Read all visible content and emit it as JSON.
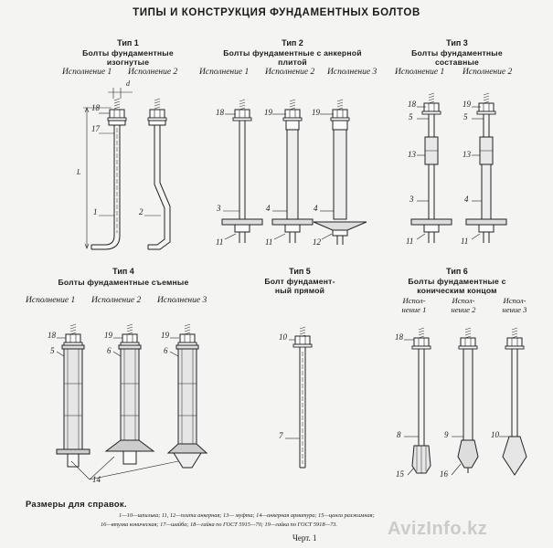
{
  "title": "ТИПЫ И КОНСТРУКЦИЯ ФУНДАМЕНТНЫХ БОЛТОВ",
  "types": [
    {
      "label": "Тип 1",
      "name_lines": [
        "Болты фундаментные",
        "изогнутые"
      ],
      "variants": [
        "Исполнение 1",
        "Исполнение 2"
      ]
    },
    {
      "label": "Тип 2",
      "name_lines": [
        "Болты фундаментные с анкерной",
        "плитой"
      ],
      "variants": [
        "Исполнение 1",
        "Исполнение 2",
        "Исполнение 3"
      ]
    },
    {
      "label": "Тип 3",
      "name_lines": [
        "Болты фундаментные",
        "составные"
      ],
      "variants": [
        "Исполнение 1",
        "Исполнение 2"
      ]
    },
    {
      "label": "Тип 4",
      "name_lines": [
        "Болты фундаментные съемные"
      ],
      "variants": [
        "Исполнение 1",
        "Исполнение 2",
        "Исполнение 3"
      ]
    },
    {
      "label": "Тип 5",
      "name_lines": [
        "Болт фундамент-",
        "ный прямой"
      ],
      "variants": []
    },
    {
      "label": "Тип 6",
      "name_lines": [
        "Болты фундаментные с",
        "коническим концом"
      ],
      "variants": [
        [
          "Испол-",
          "нение 1"
        ],
        [
          "Испол-",
          "нение 2"
        ],
        [
          "Испол-",
          "нение 3"
        ]
      ]
    }
  ],
  "dimension_labels": {
    "d": "d",
    "L": "L"
  },
  "callouts": {
    "t1": [
      "18",
      "17",
      "1",
      "2"
    ],
    "t2": [
      "18",
      "19",
      "19",
      "3",
      "4",
      "4",
      "11",
      "11",
      "12"
    ],
    "t3": [
      "18",
      "19",
      "5",
      "5",
      "13",
      "13",
      "3",
      "4",
      "11",
      "11"
    ],
    "t4": [
      "18",
      "19",
      "19",
      "5",
      "6",
      "6",
      "14"
    ],
    "t5": [
      "10",
      "7"
    ],
    "t6": [
      "18",
      "8",
      "9",
      "10",
      "15",
      "16"
    ]
  },
  "footer": {
    "title": "Размеры для справок.",
    "note_line1": "1—10—шпилька; 11, 12—плита анкерная; 13— муфта; 14—анкерная арматура; 15—цанга разжимная;",
    "note_line2": "16—втулка коническая; 17—шайба; 18—гайка по ГОСТ 5915—70; 19—гайка по ГОСТ 5918—73.",
    "sheet": "Черт. 1"
  },
  "watermark": "AvizInfo.kz"
}
